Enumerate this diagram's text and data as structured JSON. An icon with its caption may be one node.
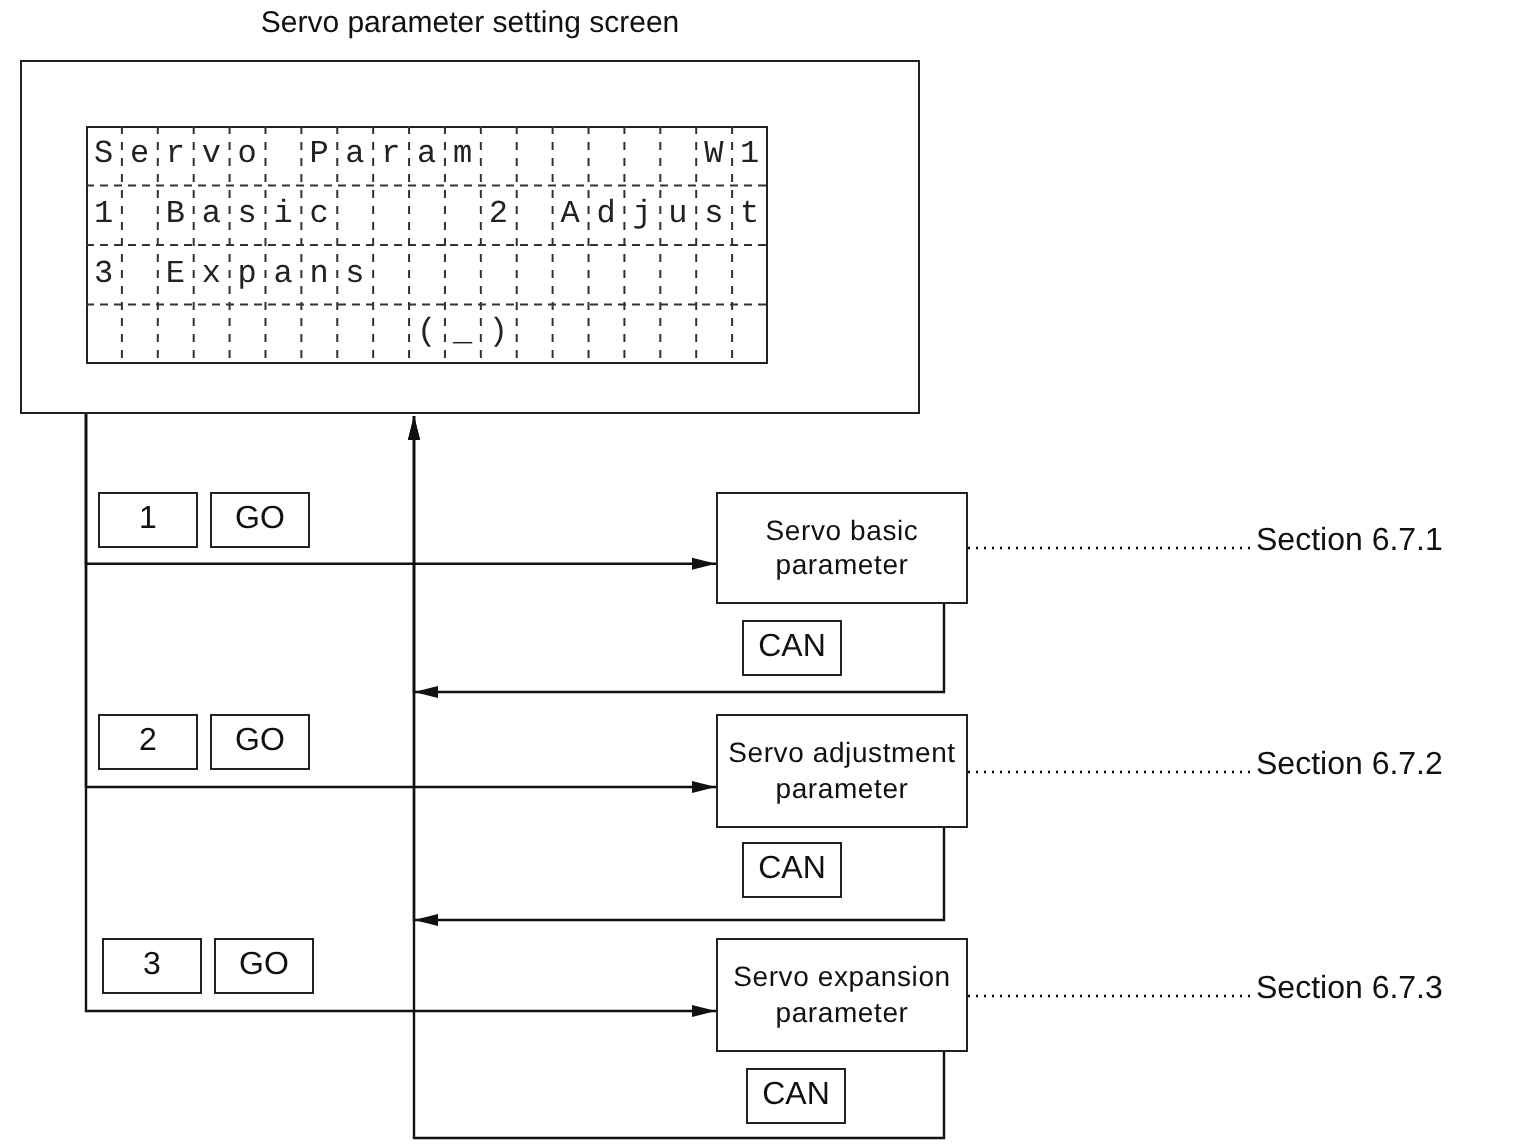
{
  "diagram": {
    "nodes": [
      {
        "text": [
          "Servo parameter setting screen"
        ]
      },
      {
        "text": [
          "Servo Param",
          "W1",
          "1 Basic",
          "2 Adjust",
          "3 Expans",
          "(_)"
        ],
        "in": 0
      },
      {
        "text": [
          "1"
        ]
      },
      {
        "text": [
          "GO"
        ]
      },
      {
        "text": [
          "Servo basic parameter"
        ]
      },
      {
        "text": [
          "Section 6.7.1"
        ]
      },
      {
        "text": [
          "CAN"
        ]
      },
      {
        "text": [
          "2"
        ]
      },
      {
        "text": [
          "GO"
        ]
      },
      {
        "text": [
          "Servo adjustment parameter"
        ]
      },
      {
        "text": [
          "Section 6.7.2"
        ]
      },
      {
        "text": [
          "CAN"
        ]
      },
      {
        "text": [
          "3"
        ]
      },
      {
        "text": [
          "GO"
        ]
      },
      {
        "text": [
          "Servo expansion parameter"
        ]
      },
      {
        "text": [
          "Section 6.7.3"
        ]
      },
      {
        "text": [
          "CAN"
        ]
      }
    ],
    "edges": [
      {
        "from": 0,
        "to": 4,
        "arrow": "to"
      },
      {
        "from": 4,
        "to": 5,
        "arrow": "none",
        "style": "dashed"
      },
      {
        "from": 4,
        "to": 0,
        "arrow": "to"
      },
      {
        "from": 0,
        "to": 9,
        "arrow": "to"
      },
      {
        "from": 9,
        "to": 10,
        "arrow": "none",
        "style": "dashed"
      },
      {
        "from": 9,
        "to": 0,
        "arrow": "to"
      },
      {
        "from": 0,
        "to": 14,
        "arrow": "to"
      },
      {
        "from": 14,
        "to": 15,
        "arrow": "none",
        "style": "dashed"
      },
      {
        "from": 14,
        "to": 0,
        "arrow": "to"
      }
    ]
  }
}
